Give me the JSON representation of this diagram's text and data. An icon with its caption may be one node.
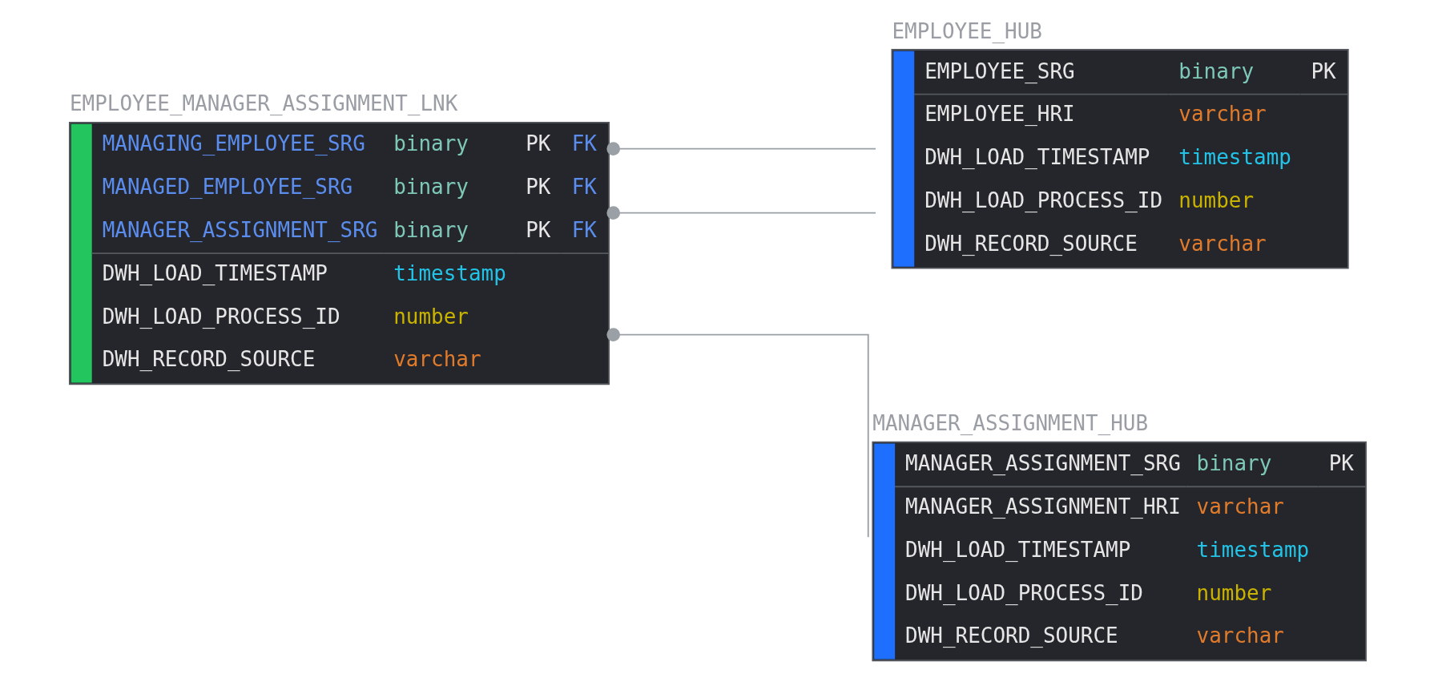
{
  "diagram": {
    "nodes": [
      {
        "text": [
          "EMPLOYEE_MANAGER_ASSIGNMENT_LNK",
          "MANAGING_EMPLOYEE_SRG binary PK FK",
          "MANAGED_EMPLOYEE_SRG binary PK FK",
          "MANAGER_ASSIGNMENT_SRG binary PK FK",
          "DWH_LOAD_TIMESTAMP timestamp",
          "DWH_LOAD_PROCESS_ID number",
          "DWH_RECORD_SOURCE varchar"
        ]
      },
      {
        "text": [
          "EMPLOYEE_HUB",
          "EMPLOYEE_SRG binary PK",
          "EMPLOYEE_HRI varchar",
          "DWH_LOAD_TIMESTAMP timestamp",
          "DWH_LOAD_PROCESS_ID number",
          "DWH_RECORD_SOURCE varchar"
        ]
      },
      {
        "text": [
          "MANAGER_ASSIGNMENT_HUB",
          "MANAGER_ASSIGNMENT_SRG binary PK",
          "MANAGER_ASSIGNMENT_HRI varchar",
          "DWH_LOAD_TIMESTAMP timestamp",
          "DWH_LOAD_PROCESS_ID number",
          "DWH_RECORD_SOURCE varchar"
        ]
      }
    ],
    "edges": [
      {
        "from": 0,
        "to": 1,
        "arrow": "other"
      },
      {
        "from": 0,
        "to": 1,
        "arrow": "other"
      },
      {
        "from": 0,
        "to": 2,
        "arrow": "other"
      }
    ]
  }
}
